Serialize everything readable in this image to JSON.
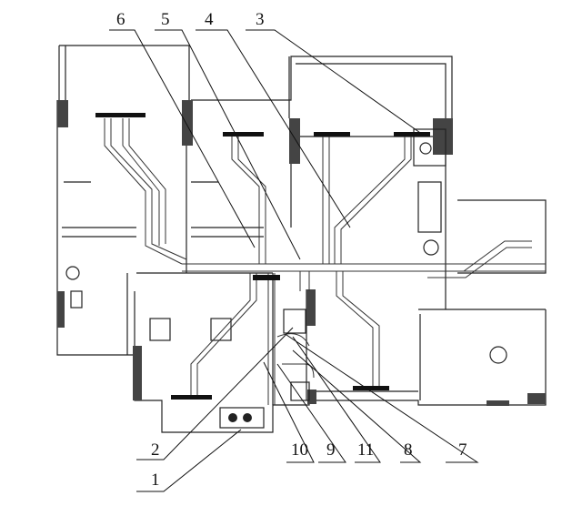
{
  "diagram": {
    "type": "floor-plan-hvac-duct-layout",
    "callouts_top": [
      "6",
      "5",
      "4",
      "3"
    ],
    "callouts_bottom": [
      "2",
      "10",
      "9",
      "11",
      "8",
      "7"
    ],
    "callout_bottom_left": "1"
  }
}
